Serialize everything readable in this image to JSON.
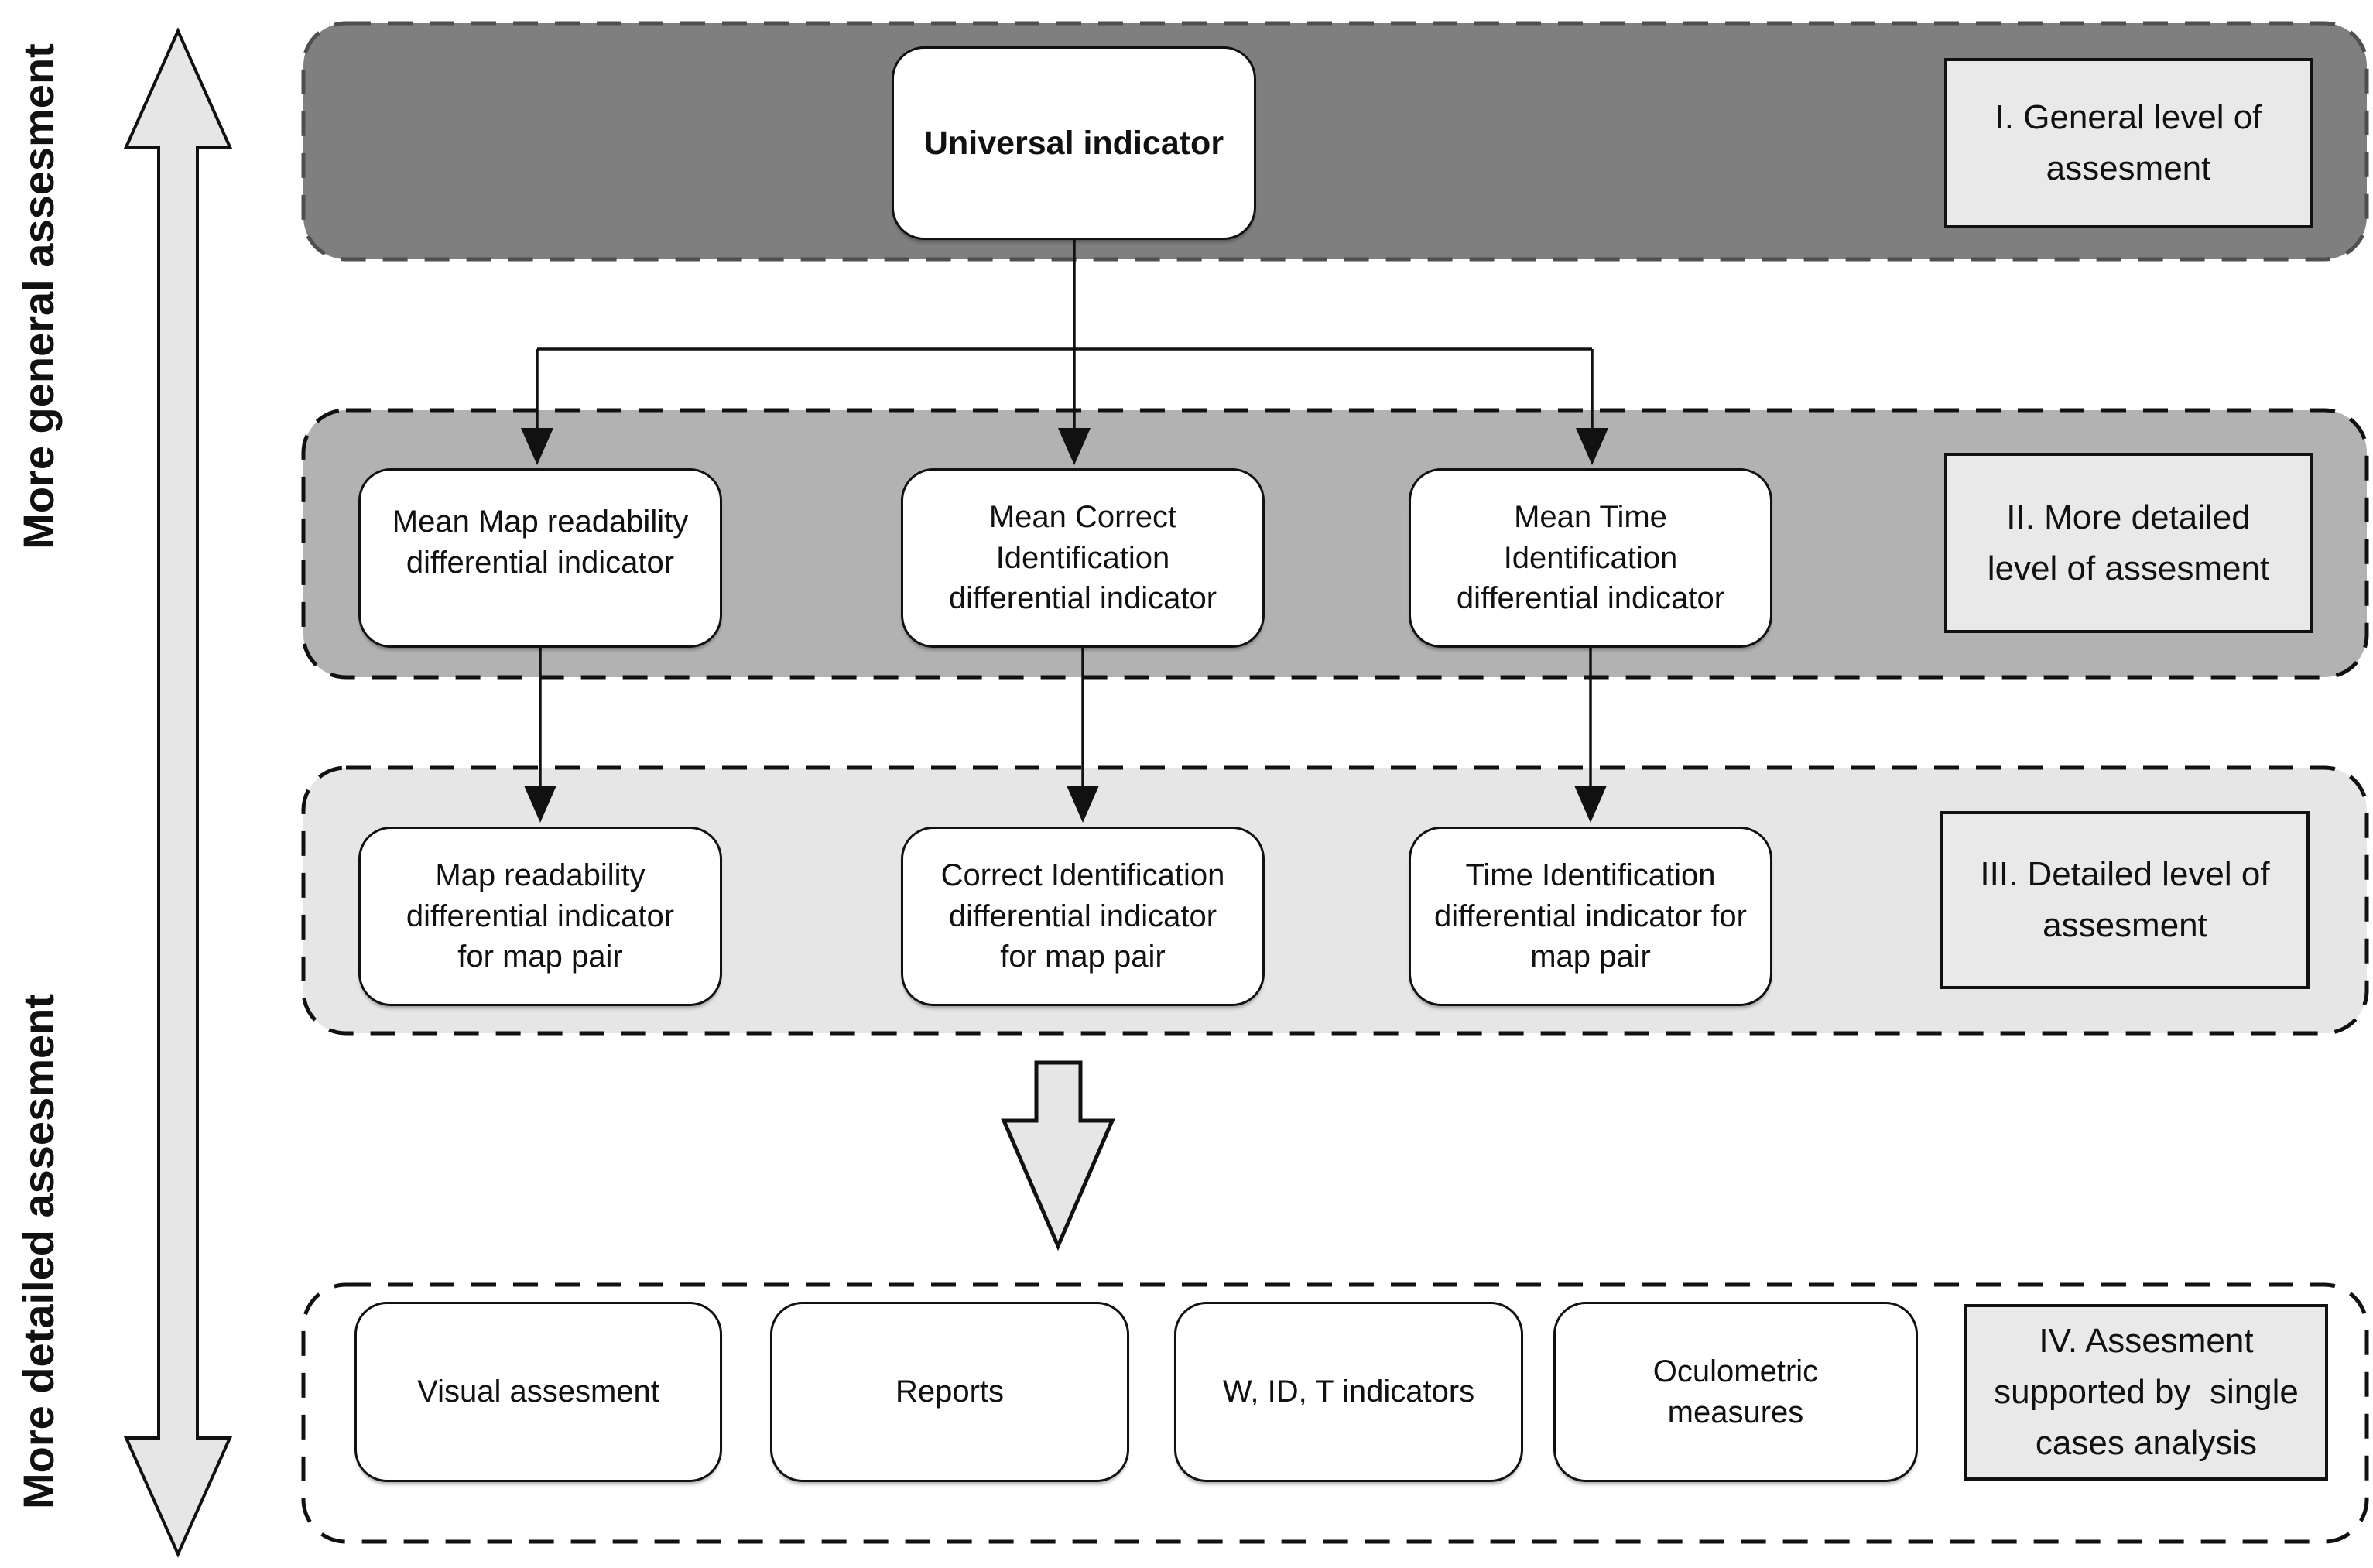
{
  "axis": {
    "top_label": "More general assesment",
    "bottom_label": "More detailed assesment"
  },
  "bands": [
    {
      "id": "I",
      "label": "I. General level of\nassesment",
      "boxes": [
        "Universal indicator"
      ]
    },
    {
      "id": "II",
      "label": "II. More detailed\nlevel of assesment",
      "boxes": [
        "Mean Map readability\ndifferential indicator",
        "Mean Correct\nIdentification\ndifferential indicator",
        "Mean Time\nIdentification\ndifferential indicator"
      ]
    },
    {
      "id": "III",
      "label": "III. Detailed level of\nassesment",
      "boxes": [
        "Map readability\ndifferential indicator\nfor map pair",
        "Correct Identification\ndifferential indicator\nfor map pair",
        "Time Identification\ndifferential indicator for\nmap pair"
      ]
    },
    {
      "id": "IV",
      "label": "IV. Assesment\nsupported by  single\ncases analysis",
      "boxes": [
        "Visual assesment",
        "Reports",
        "W, ID, T indicators",
        "Oculometric\nmeasures"
      ]
    }
  ],
  "colors": {
    "band_dark": "#7f7f7f",
    "band_dark_border": "#4f4f4f",
    "band_medium": "#b2b2b2",
    "band_light": "#e6e6e6",
    "band_bottom_fill": "#ffffff",
    "label_fill": "#e9e9e9",
    "arrow_fill": "#e6e6e6",
    "line": "#111111"
  }
}
